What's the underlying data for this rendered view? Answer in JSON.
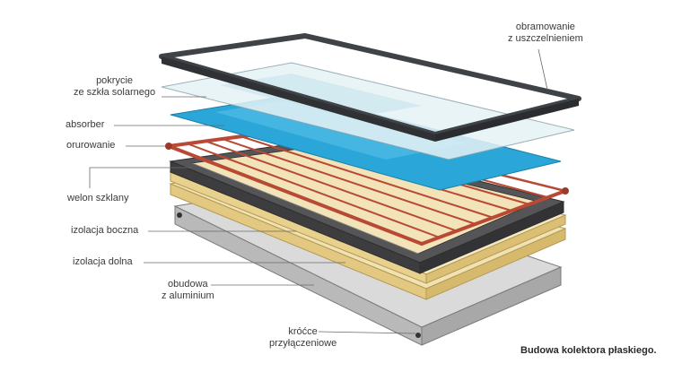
{
  "caption": "Budowa kolektora płaskiego.",
  "labels": {
    "frame": [
      "obramowanie",
      "z uszczelnieniem"
    ],
    "glass": [
      "pokrycie",
      "ze szkła solarnego"
    ],
    "absorber": [
      "absorber"
    ],
    "piping": [
      "orurowanie"
    ],
    "fleece": [
      "welon szklany"
    ],
    "side_insulation": [
      "izolacja boczna"
    ],
    "bottom_insulation": [
      "izolacja dolna"
    ],
    "housing": [
      "obudowa",
      "z aluminium"
    ],
    "connectors": [
      "króćce",
      "przyłączeniowe"
    ]
  },
  "colors": {
    "frame": "#3f4246",
    "glass": "#e3f1f4",
    "absorber": "#2aa6d8",
    "piping": "#c0533b",
    "side_insulation": "#4a4a4c",
    "bottom_insulation": "#e9cf8f",
    "housing": "#cfcfcf",
    "leader": "#6a6a6a"
  }
}
